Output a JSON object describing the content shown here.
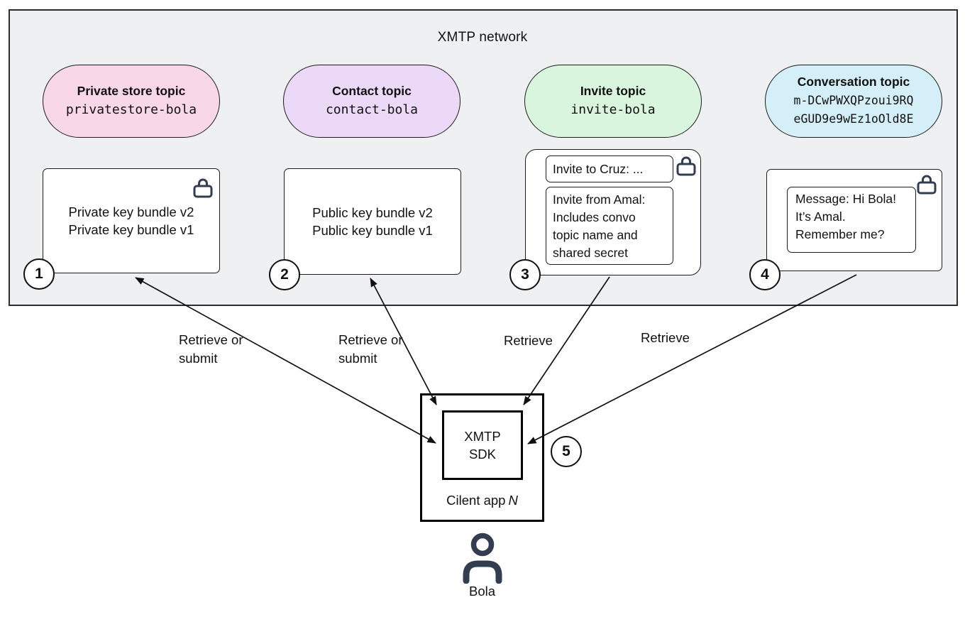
{
  "network": {
    "title": "XMTP network"
  },
  "topics": [
    {
      "num": "1",
      "title": "Private store topic",
      "code_lines": [
        "privatestore-bola"
      ],
      "pill_color": "#f8d7e8",
      "encrypted": true,
      "contents": [
        "Private key bundle v2",
        "Private key bundle v1"
      ]
    },
    {
      "num": "2",
      "title": "Contact topic",
      "code_lines": [
        "contact-bola"
      ],
      "pill_color": "#ecd9f8",
      "encrypted": false,
      "contents": [
        "Public key bundle v2",
        "Public key bundle v1"
      ]
    },
    {
      "num": "3",
      "title": "Invite topic",
      "code_lines": [
        "invite-bola"
      ],
      "pill_color": "#d9f5de",
      "encrypted": true,
      "notes": [
        "Invite to Cruz: ...",
        "Invite from Amal: Includes convo topic name and shared secret"
      ]
    },
    {
      "num": "4",
      "title": "Conversation topic",
      "code_lines": [
        "m-DCwPWXQPzoui9RQ",
        "eGUD9e9wEz1oOld8E"
      ],
      "pill_color": "#d5eff8",
      "encrypted": true,
      "notes": [
        "Message: Hi Bola! It’s Amal. Remember me?"
      ]
    }
  ],
  "arrows": [
    {
      "from": "private-store-topic",
      "to": "xmtp-sdk",
      "label": "Retrieve or submit",
      "bidirectional": true
    },
    {
      "from": "contact-topic",
      "to": "xmtp-sdk",
      "label": "Retrieve or submit",
      "bidirectional": true
    },
    {
      "from": "invite-topic",
      "to": "xmtp-sdk",
      "label": "Retrieve",
      "bidirectional": false
    },
    {
      "from": "conversation-topic",
      "to": "xmtp-sdk",
      "label": "Retrieve",
      "bidirectional": false
    }
  ],
  "client": {
    "sdk_lines": [
      "XMTP",
      "SDK"
    ],
    "app_label": "Cilent app",
    "app_label_var": "N",
    "num": "5"
  },
  "user": {
    "name": "Bola"
  },
  "colors": {
    "network_bg": "#eff0f2",
    "icon_dark": "#333d51",
    "pill_pink": "#f8d7e8",
    "pill_purple": "#ecd9f8",
    "pill_green": "#d9f5de",
    "pill_blue": "#d5eff8",
    "line": "#111111"
  }
}
